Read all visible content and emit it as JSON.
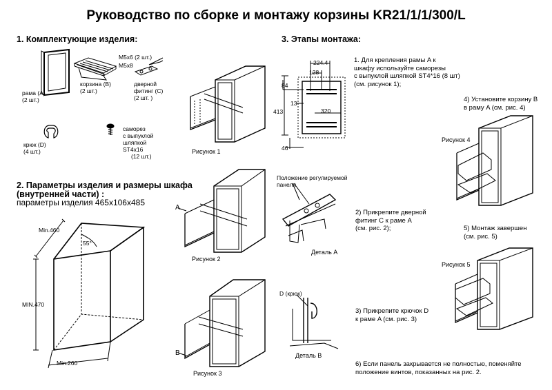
{
  "title": "Руководство по сборке и монтажу корзины KR21/1/1/300/L",
  "section1": {
    "heading": "1. Комплектующие изделия:",
    "frame_name": "рама  (A)",
    "frame_qty": "(2 шт.)",
    "basket_name": "корзина  (B)",
    "basket_qty": "(2 шт.)",
    "screw1": "M5x6 (2 шт.)",
    "screw2": "M5x8",
    "fitting_line1": "дверной",
    "fitting_line2": "фитинг (C)",
    "fitting_qty": "(2 шт. )",
    "hook_name": "крюк (D)",
    "hook_qty": "(4 шт.)",
    "self_screw_line1": "саморез",
    "self_screw_line2": "с выпуклой",
    "self_screw_line3": "шляпкой",
    "self_screw_line4": "ST4x16",
    "self_screw_qty": "(12 шт.)"
  },
  "section2": {
    "heading_line1": "2. Параметры изделия и размеры шкафа",
    "heading_line2": " (внутренней части) :",
    "params": "параметры изделия  465x106x485",
    "dim_min460": "Min.460",
    "dim_angle": "55°",
    "dim_min470": "MIN.470",
    "dim_min260": "Min.260"
  },
  "section3": {
    "heading": "3. Этапы монтажа:",
    "step1_line1": "1. Для крепления рамы A к",
    "step1_line2": "шкафу используйте саморезы",
    "step1_line3": "с выпуклой шляпкой ST4*16 (8 шт)",
    "step1_line4": "(см. рисунок 1);",
    "step2_line1": "2) Прикрепите дверной",
    "step2_line2": "фитинг C к раме A",
    "step2_line3": "(см. рис. 2);",
    "step3_line1": "3) Прикрепите крючок D",
    "step3_line2": "к раме A (см. рис. 3)",
    "step4_line1": "4) Установите корзину B",
    "step4_line2": "в раму A (см. рис. 4)",
    "step5_line1": "5) Монтаж завершен",
    "step5_line2": "(см. рис. 5)",
    "step6_line1": "6) Если панель закрывается не полностью, поменяйте",
    "step6_line2": "положение винтов, показанных на рис. 2."
  },
  "figures": {
    "fig1": "Рисунок 1",
    "fig2": "Рисунок 2",
    "fig3": "Рисунок 3",
    "fig4": "Рисунок 4",
    "fig5": "Рисунок 5",
    "label_a": "A",
    "label_b": "B",
    "detail_a": "Деталь A",
    "detail_b": "Деталь B",
    "panel_line1": "Положение регулируемой",
    "panel_line2": "панели",
    "hook_label": "D (крюк)"
  },
  "dimensions": {
    "d224": "224.4",
    "d128": "128",
    "d84": "84",
    "d13": "13",
    "d413": "413",
    "d320": "320",
    "d46": "46"
  }
}
